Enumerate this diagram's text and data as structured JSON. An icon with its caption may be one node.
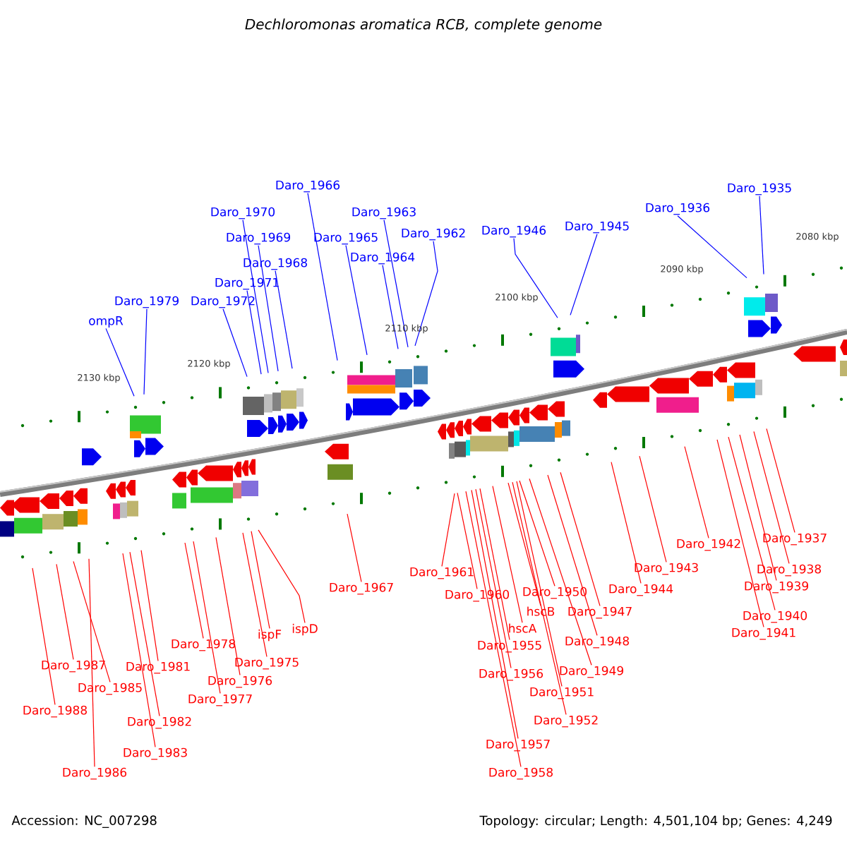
{
  "diagram": {
    "title": "Dechloromonas aromatica RCB, complete genome",
    "nodes": [
      {
        "text": [
          "ompR"
        ]
      },
      {
        "text": [
          "Daro_1979"
        ]
      },
      {
        "text": [
          "Daro_1972"
        ]
      },
      {
        "text": [
          "Daro_1971"
        ]
      },
      {
        "text": [
          "Daro_1970"
        ]
      },
      {
        "text": [
          "Daro_1969"
        ]
      },
      {
        "text": [
          "Daro_1968"
        ]
      },
      {
        "text": [
          "Daro_1966"
        ]
      },
      {
        "text": [
          "Daro_1965"
        ]
      },
      {
        "text": [
          "Daro_1964"
        ]
      },
      {
        "text": [
          "Daro_1963"
        ]
      },
      {
        "text": [
          "Daro_1962"
        ]
      },
      {
        "text": [
          "Daro_1946"
        ]
      },
      {
        "text": [
          "Daro_1945"
        ]
      },
      {
        "text": [
          "Daro_1936"
        ]
      },
      {
        "text": [
          "Daro_1935"
        ]
      },
      {
        "text": [
          "Daro_1988"
        ]
      },
      {
        "text": [
          "Daro_1987"
        ]
      },
      {
        "text": [
          "Daro_1985"
        ]
      },
      {
        "text": [
          "Daro_1986"
        ]
      },
      {
        "text": [
          "Daro_1981"
        ]
      },
      {
        "text": [
          "Daro_1982"
        ]
      },
      {
        "text": [
          "Daro_1983"
        ]
      },
      {
        "text": [
          "Daro_1978"
        ]
      },
      {
        "text": [
          "Daro_1977"
        ]
      },
      {
        "text": [
          "Daro_1976"
        ]
      },
      {
        "text": [
          "Daro_1975"
        ]
      },
      {
        "text": [
          "ispF"
        ]
      },
      {
        "text": [
          "ispD"
        ]
      },
      {
        "text": [
          "Daro_1967"
        ]
      },
      {
        "text": [
          "Daro_1961"
        ]
      },
      {
        "text": [
          "Daro_1960"
        ]
      },
      {
        "text": [
          "Daro_1958"
        ]
      },
      {
        "text": [
          "Daro_1957"
        ]
      },
      {
        "text": [
          "Daro_1956"
        ]
      },
      {
        "text": [
          "Daro_1955"
        ]
      },
      {
        "text": [
          "hscA"
        ]
      },
      {
        "text": [
          "hscB"
        ]
      },
      {
        "text": [
          "Daro_1950"
        ]
      },
      {
        "text": [
          "Daro_1952"
        ]
      },
      {
        "text": [
          "Daro_1951"
        ]
      },
      {
        "text": [
          "Daro_1949"
        ]
      },
      {
        "text": [
          "Daro_1948"
        ]
      },
      {
        "text": [
          "Daro_1947"
        ]
      },
      {
        "text": [
          "Daro_1944"
        ]
      },
      {
        "text": [
          "Daro_1943"
        ]
      },
      {
        "text": [
          "Daro_1942"
        ]
      },
      {
        "text": [
          "Daro_1941"
        ]
      },
      {
        "text": [
          "Daro_1940"
        ]
      },
      {
        "text": [
          "Daro_1939"
        ]
      },
      {
        "text": [
          "Daro_1938"
        ]
      },
      {
        "text": [
          "Daro_1937"
        ]
      }
    ],
    "edges": [
      {
        "from": 0,
        "to": null,
        "arrow": "none",
        "color": "#0000ff"
      },
      {
        "from": 1,
        "to": null,
        "arrow": "none",
        "color": "#0000ff"
      },
      {
        "from": 2,
        "to": null,
        "arrow": "none",
        "color": "#0000ff"
      },
      {
        "from": 3,
        "to": null,
        "arrow": "none",
        "color": "#0000ff"
      },
      {
        "from": 4,
        "to": null,
        "arrow": "none",
        "color": "#0000ff"
      },
      {
        "from": 5,
        "to": null,
        "arrow": "none",
        "color": "#0000ff"
      },
      {
        "from": 6,
        "to": null,
        "arrow": "none",
        "color": "#0000ff"
      },
      {
        "from": 7,
        "to": null,
        "arrow": "none",
        "color": "#0000ff"
      },
      {
        "from": 8,
        "to": null,
        "arrow": "none",
        "color": "#0000ff"
      },
      {
        "from": 9,
        "to": null,
        "arrow": "none",
        "color": "#0000ff"
      },
      {
        "from": 10,
        "to": null,
        "arrow": "none",
        "color": "#0000ff"
      },
      {
        "from": 11,
        "to": null,
        "arrow": "none",
        "color": "#0000ff"
      },
      {
        "from": 12,
        "to": null,
        "arrow": "none",
        "color": "#0000ff"
      },
      {
        "from": 13,
        "to": null,
        "arrow": "none",
        "color": "#0000ff"
      },
      {
        "from": 14,
        "to": null,
        "arrow": "none",
        "color": "#0000ff"
      },
      {
        "from": 15,
        "to": null,
        "arrow": "none",
        "color": "#0000ff"
      },
      {
        "from": 16,
        "to": null,
        "arrow": "none"
      },
      {
        "from": 17,
        "to": null,
        "arrow": "none"
      },
      {
        "from": 18,
        "to": null,
        "arrow": "none"
      },
      {
        "from": 19,
        "to": null,
        "arrow": "none"
      },
      {
        "from": 20,
        "to": null,
        "arrow": "none"
      },
      {
        "from": 21,
        "to": null,
        "arrow": "none"
      },
      {
        "from": 22,
        "to": null,
        "arrow": "none"
      },
      {
        "from": 23,
        "to": null,
        "arrow": "none"
      },
      {
        "from": 24,
        "to": null,
        "arrow": "none"
      },
      {
        "from": 25,
        "to": null,
        "arrow": "none"
      },
      {
        "from": 26,
        "to": null,
        "arrow": "none"
      },
      {
        "from": 27,
        "to": null,
        "arrow": "none"
      },
      {
        "from": 28,
        "to": null,
        "arrow": "none"
      },
      {
        "from": 29,
        "to": null,
        "arrow": "none"
      },
      {
        "from": 30,
        "to": null,
        "arrow": "none"
      },
      {
        "from": 31,
        "to": null,
        "arrow": "none"
      },
      {
        "from": 32,
        "to": null,
        "arrow": "none"
      },
      {
        "from": 33,
        "to": null,
        "arrow": "none"
      },
      {
        "from": 34,
        "to": null,
        "arrow": "none"
      },
      {
        "from": 35,
        "to": null,
        "arrow": "none"
      },
      {
        "from": 36,
        "to": null,
        "arrow": "none"
      },
      {
        "from": 37,
        "to": null,
        "arrow": "none"
      },
      {
        "from": 38,
        "to": null,
        "arrow": "none"
      },
      {
        "from": 39,
        "to": null,
        "arrow": "none"
      },
      {
        "from": 40,
        "to": null,
        "arrow": "none"
      },
      {
        "from": 41,
        "to": null,
        "arrow": "none"
      },
      {
        "from": 42,
        "to": null,
        "arrow": "none"
      },
      {
        "from": 43,
        "to": null,
        "arrow": "none"
      },
      {
        "from": 44,
        "to": null,
        "arrow": "none"
      },
      {
        "from": 45,
        "to": null,
        "arrow": "none"
      },
      {
        "from": 46,
        "to": null,
        "arrow": "none"
      },
      {
        "from": 47,
        "to": null,
        "arrow": "none"
      },
      {
        "from": 48,
        "to": null,
        "arrow": "none"
      },
      {
        "from": 49,
        "to": null,
        "arrow": "none"
      },
      {
        "from": 50,
        "to": null,
        "arrow": "none"
      },
      {
        "from": 51,
        "to": null,
        "arrow": "none"
      }
    ],
    "labels": [
      "2130 kbp",
      "2120 kbp",
      "2110 kbp",
      "2100 kbp",
      "2090 kbp",
      "2080 kbp",
      "Accession: NC_007298",
      "Topology: circular; Length: 4,501,104 bp; Genes: 4,249"
    ]
  }
}
